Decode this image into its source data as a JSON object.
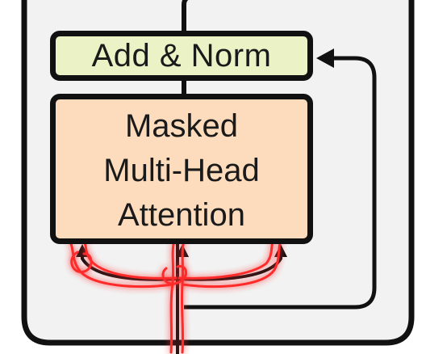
{
  "colors": {
    "background": "#ffffff",
    "container_fill": "#f2f2f2",
    "add_norm_fill": "#eaf2c6",
    "attention_fill": "#fcdcbc",
    "stroke": "#111111",
    "highlight": "#ff2a2a"
  },
  "blocks": {
    "add_norm": {
      "label": "Add & Norm"
    },
    "attention": {
      "lines": [
        "Masked",
        "Multi-Head",
        "Attention"
      ]
    }
  }
}
